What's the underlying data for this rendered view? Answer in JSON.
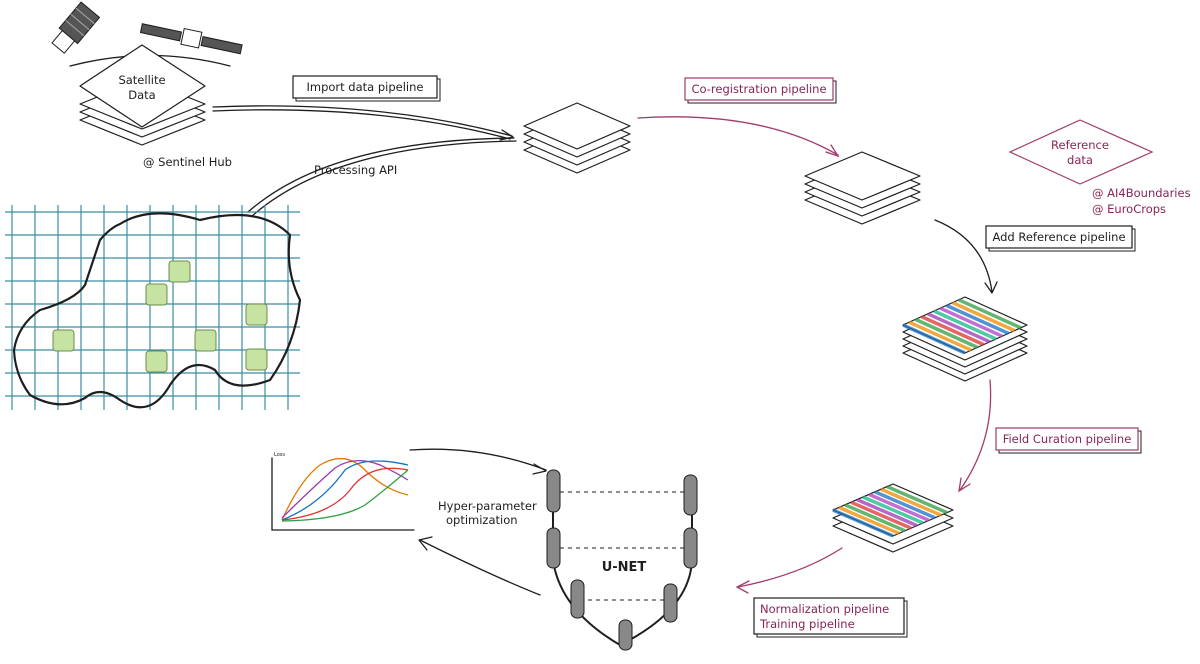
{
  "satellite": {
    "label_line1": "Satellite",
    "label_line2": "Data",
    "source": "@ Sentinel Hub"
  },
  "pipelines": {
    "import": "Import data pipeline",
    "processing_api": "Processing API",
    "coregistration": "Co-registration pipeline",
    "add_reference": "Add Reference pipeline",
    "field_curation": "Field Curation pipeline",
    "normalization": "Normalization pipeline",
    "training": "Training pipeline",
    "hyperparam_line1": "Hyper-parameter",
    "hyperparam_line2": "optimization"
  },
  "reference": {
    "label_line1": "Reference",
    "label_line2": "data",
    "source1": "@ AI4Boundaries",
    "source2": "@ EuroCrops"
  },
  "model": {
    "label": "U-NET"
  },
  "plot": {
    "corner_label": "Loss"
  },
  "colors": {
    "ink": "#1e1e1e",
    "accent_pink": "#a23a6c",
    "grid_blue": "#3b8ea5",
    "field_green": "#c7e3a3",
    "stripe_colors": [
      "#1971c2",
      "#f08c00",
      "#2f9e44",
      "#e03131",
      "#9c36b5",
      "#12b886",
      "#ae3ec9"
    ]
  }
}
